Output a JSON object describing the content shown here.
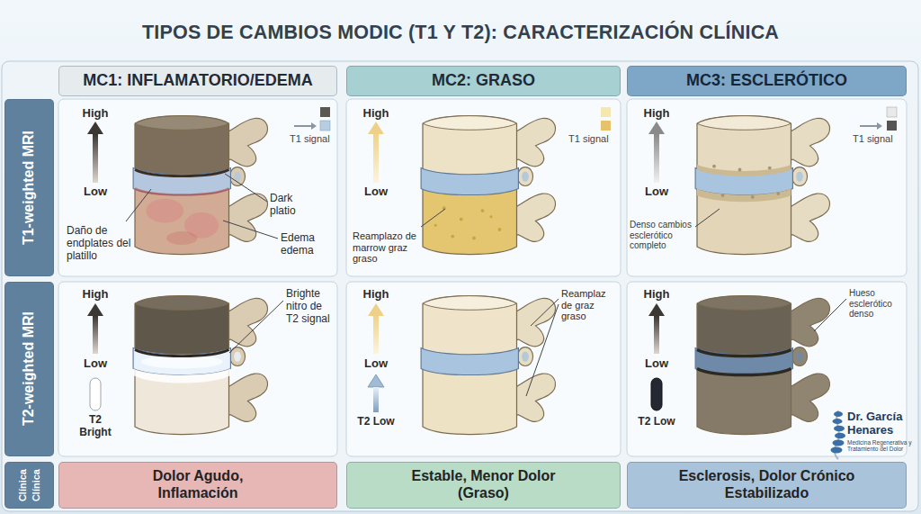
{
  "diagram": {
    "title": "TIPOS DE CAMBIOS MODIC (T1 Y T2): CARACTERIZACIÓN CLÍNICA",
    "nodes": [
      {
        "text": [
          "MC1: INFLAMATORIO/EDEMA"
        ]
      },
      {
        "text": [
          "MC2: GRASO"
        ]
      },
      {
        "text": [
          "MC3: ESCLERÓTICO"
        ]
      },
      {
        "text": [
          "T1-weighted MRI"
        ]
      },
      {
        "text": [
          "T2-weighted MRI"
        ]
      },
      {
        "text": [
          "Clínica",
          "Clínica"
        ]
      },
      {
        "text": [
          "Dolor Agudo, Inflamación"
        ]
      },
      {
        "text": [
          "Estable, Menor Dolor (Graso)"
        ]
      },
      {
        "text": [
          "Esclerosis, Dolor Crónico Estabilizado"
        ]
      }
    ],
    "labels": [
      "High",
      "Low",
      "T1 signal",
      "Dark platio",
      "Daño de endplates del platillo",
      "Edema edema",
      "High",
      "Low",
      "T1 signal",
      "Reamplazo de marrow graz graso",
      "High",
      "Low",
      "T1 signal",
      "Denso cambios esclerótico completo",
      "High",
      "Low",
      "T2 Bright",
      "Brighte nitro de T2 signal",
      "High",
      "Low",
      "T2 Low",
      "Reamplaz de graz graso",
      "High",
      "Low",
      "T2 Low",
      "Hueso esclerótico denso",
      "Dr. García Henares",
      "Medicina Regenerativa y Tratamiento del Dolor"
    ]
  }
}
